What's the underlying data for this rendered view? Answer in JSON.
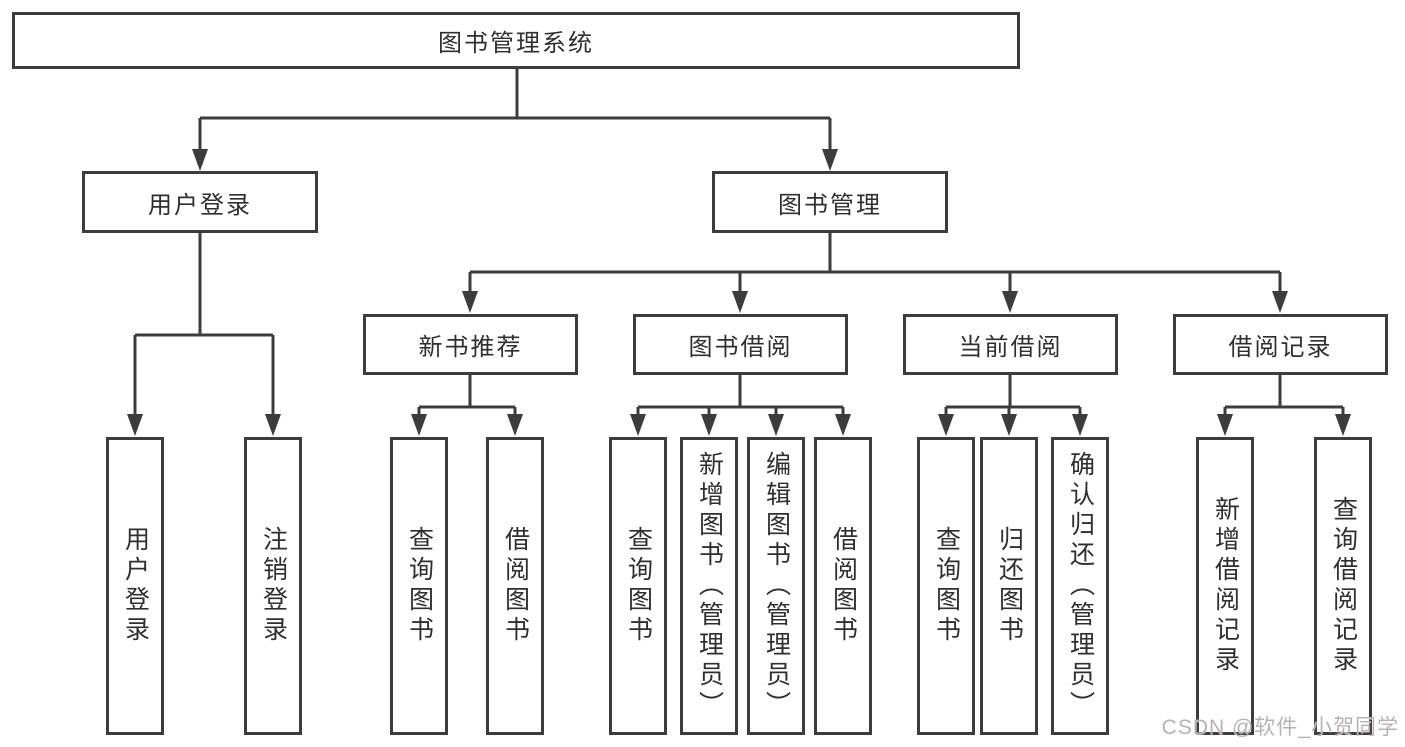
{
  "diagram_type": "tree",
  "tree": {
    "label": "图书管理系统",
    "children": [
      {
        "label": "用户登录",
        "children": [
          {
            "label": "用户登录"
          },
          {
            "label": "注销登录"
          }
        ]
      },
      {
        "label": "图书管理",
        "children": [
          {
            "label": "新书推荐",
            "children": [
              {
                "label": "查询图书"
              },
              {
                "label": "借阅图书"
              }
            ]
          },
          {
            "label": "图书借阅",
            "children": [
              {
                "label": "查询图书"
              },
              {
                "label": "新增图书（管理员）"
              },
              {
                "label": "编辑图书（管理员）"
              },
              {
                "label": "借阅图书"
              }
            ]
          },
          {
            "label": "当前借阅",
            "children": [
              {
                "label": "查询图书"
              },
              {
                "label": "归还图书"
              },
              {
                "label": "确认归还（管理员）"
              }
            ]
          },
          {
            "label": "借阅记录",
            "children": [
              {
                "label": "新增借阅记录"
              },
              {
                "label": "查询借阅记录"
              }
            ]
          }
        ]
      }
    ]
  },
  "watermark": {
    "text": "CSDN @软件_小贺同学",
    "color": "#b9b0b2"
  },
  "colors": {
    "line": "#3c3c3c",
    "border": "#3c3c3c",
    "text": "#2f2f2f",
    "background": "#ffffff",
    "box_fill": "#ffffff"
  }
}
